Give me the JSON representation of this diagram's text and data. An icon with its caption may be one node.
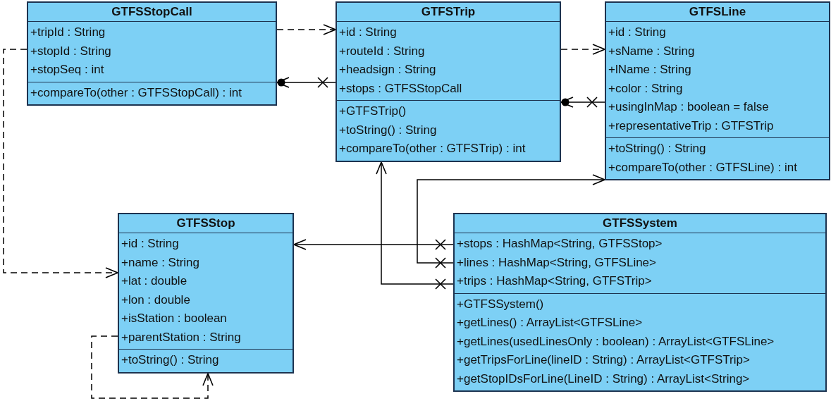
{
  "diagram": {
    "nodes": [
      {
        "text": [
          "GTFSStopCall",
          "+tripId : String",
          "+stopId : String",
          "+stopSeq : int",
          "+compareTo(other : GTFSStopCall) : int"
        ]
      },
      {
        "text": [
          "GTFSTrip",
          "+id : String",
          "+routeId : String",
          "+headsign : String",
          "+stops : GTFSStopCall",
          "+GTFSTrip()",
          "+toString() : String",
          "+compareTo(other : GTFSTrip) : int"
        ]
      },
      {
        "text": [
          "GTFSLine",
          "+id : String",
          "+sName : String",
          "+lName : String",
          "+color : String",
          "+usingInMap : boolean = false",
          "+representativeTrip : GTFSTrip",
          "+toString() : String",
          "+compareTo(other : GTFSLine) : int"
        ]
      },
      {
        "text": [
          "GTFSStop",
          "+id : String",
          "+name : String",
          "+lat : double",
          "+lon : double",
          "+isStation : boolean",
          "+parentStation : String",
          "+toString() : String"
        ]
      },
      {
        "text": [
          "GTFSSystem",
          "+stops : HashMap<String, GTFSStop>",
          "+lines : HashMap<String, GTFSLine>",
          "+trips : HashMap<String, GTFSTrip>",
          "+GTFSSystem()",
          "+getLines() : ArrayList<GTFSLine>",
          "+getLines(usedLinesOnly : boolean) : ArrayList<GTFSLine>",
          "+getTripsForLine(lineID : String) : ArrayList<GTFSTrip>",
          "+getStopIDsForLine(LineID : String) : ArrayList<String>"
        ]
      }
    ],
    "edges": [
      {
        "from": 0,
        "to": 1,
        "arrow": "to",
        "style": "dashed"
      },
      {
        "from": 0,
        "to": 3,
        "arrow": "to",
        "style": "dashed"
      },
      {
        "from": 1,
        "to": 0,
        "arrow": "to"
      },
      {
        "from": 1,
        "to": 2,
        "arrow": "to",
        "style": "dashed"
      },
      {
        "from": 2,
        "to": 1,
        "arrow": "to"
      },
      {
        "from": 4,
        "to": 3,
        "arrow": "to"
      },
      {
        "from": 4,
        "to": 2,
        "arrow": "to"
      },
      {
        "from": 4,
        "to": 1,
        "arrow": "to"
      },
      {
        "from": 3,
        "to": 3,
        "arrow": "to",
        "style": "dashed"
      }
    ]
  }
}
